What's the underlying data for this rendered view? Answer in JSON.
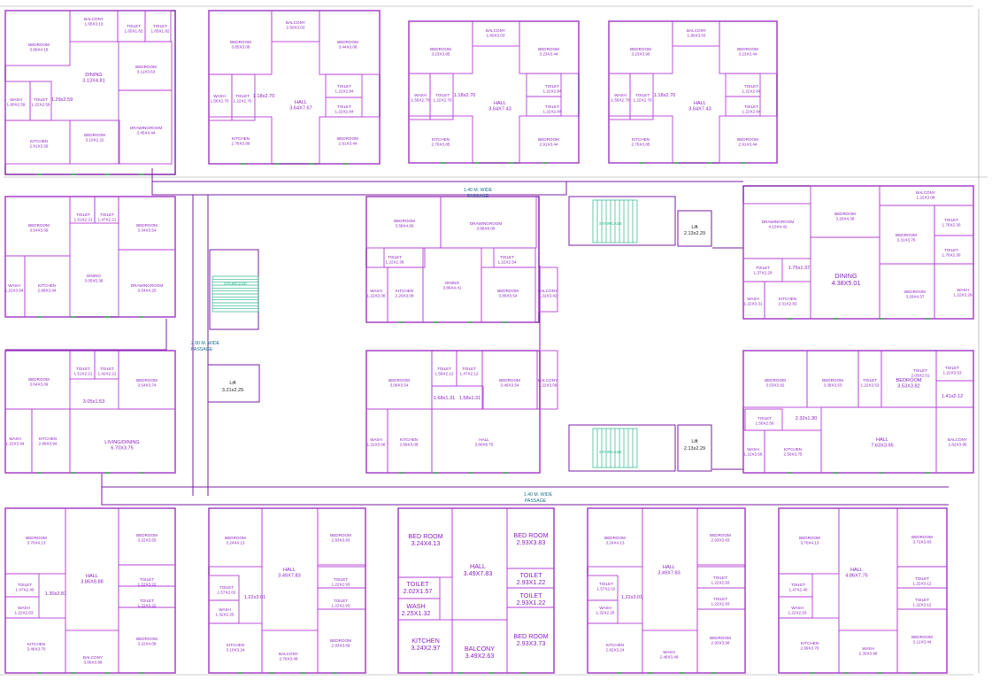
{
  "passages": [
    {
      "title": "1.40 M. WIDE",
      "sub": "PASSAGE"
    },
    {
      "title": "2.00 M. WIDE",
      "sub": "PASSAGE"
    },
    {
      "title": "1.40 M. WIDE",
      "sub": "PASSAGE"
    }
  ],
  "lifts": [
    {
      "label": "Lift",
      "size": "3.21x2.29"
    },
    {
      "label": "Lift",
      "size": "2.13x2.29"
    },
    {
      "label": "Lift",
      "size": "2.13x2.29"
    }
  ],
  "staircase_label": "STAIRCASE",
  "units": [
    {
      "rooms": [
        {
          "name": "BALCONY",
          "size": "1.65X3.13"
        },
        {
          "name": "TOILET",
          "size": "1.65X1.82"
        },
        {
          "name": "TOILET",
          "size": "1.65X1.82"
        },
        {
          "name": "BEDROOM",
          "size": "3.80X4.18"
        },
        {
          "name": "DINING",
          "size": "3.13X4.81"
        },
        {
          "name": "BEDROOM",
          "size": "3.11X3.63"
        },
        {
          "name": "WASH",
          "size": "1.80X2.59"
        },
        {
          "name": "TOILET",
          "size": "1.22X2.59"
        },
        {
          "name": "",
          "size": "1.29x2.59"
        },
        {
          "name": "DRAWINGROOM",
          "size": "3.45X4.44"
        },
        {
          "name": "BEDROOM",
          "size": "3.10X2.22"
        },
        {
          "name": "KITCHEN",
          "size": "2.81X3.59"
        }
      ]
    },
    {
      "rooms": [
        {
          "name": "BALCONY",
          "size": "2.50X3.03"
        },
        {
          "name": "BEDROOM",
          "size": "3.85X3.08"
        },
        {
          "name": "BEDROOM",
          "size": "3.44X3.08"
        },
        {
          "name": "WASH",
          "size": "1.56X2.70"
        },
        {
          "name": "TOILET",
          "size": "1.22X2.70"
        },
        {
          "name": "",
          "size": "1.18x2.70"
        },
        {
          "name": "HALL",
          "size": "3.64X7.67"
        },
        {
          "name": "TOILET",
          "size": "1.22X2.84"
        },
        {
          "name": "TOILET",
          "size": "1.22X2.84"
        },
        {
          "name": "KITCHEN",
          "size": "2.76X3.86"
        },
        {
          "name": "BEDROOM",
          "size": "2.91X3.44"
        }
      ]
    },
    {
      "rooms": [
        {
          "name": "BALCONY",
          "size": "1.80X3.03"
        },
        {
          "name": "BEDROOM",
          "size": "3.23X3.85"
        },
        {
          "name": "BEDROOM",
          "size": "3.23X3.44"
        },
        {
          "name": "WASH",
          "size": "1.56X2.70"
        },
        {
          "name": "TOILET",
          "size": "1.22X2.70"
        },
        {
          "name": "",
          "size": "1.18x2.70"
        },
        {
          "name": "HALL",
          "size": "3.64X7.43"
        },
        {
          "name": "TOILET",
          "size": "1.22X2.84"
        },
        {
          "name": "TOILET",
          "size": "1.22X2.84"
        },
        {
          "name": "KITCHEN",
          "size": "2.76X3.85"
        },
        {
          "name": "BEDROOM",
          "size": "2.91X3.44"
        }
      ]
    },
    {
      "rooms": [
        {
          "name": "BALCONY",
          "size": "1.80X3.03"
        },
        {
          "name": "BEDROOM",
          "size": "3.23X3.90"
        },
        {
          "name": "BEDROOM",
          "size": "3.23X3.44"
        },
        {
          "name": "WASH",
          "size": "1.56X2.70"
        },
        {
          "name": "TOILET",
          "size": "1.22X2.70"
        },
        {
          "name": "",
          "size": "1.18x2.70"
        },
        {
          "name": "HALL",
          "size": "3.64X7.43"
        },
        {
          "name": "TOILET",
          "size": "1.22X2.84"
        },
        {
          "name": "TOILET",
          "size": "1.22X2.84"
        },
        {
          "name": "KITCHEN",
          "size": "2.76X3.85"
        },
        {
          "name": "BEDROOM",
          "size": "2.91X3.44"
        }
      ]
    },
    {
      "rooms": [
        {
          "name": "TOILET",
          "size": "1.51X2.21"
        },
        {
          "name": "TOILET",
          "size": "1.47X2.21"
        },
        {
          "name": "BEDROOM",
          "size": "3.54X3.09"
        },
        {
          "name": "BEDROOM",
          "size": "3.34X3.54"
        },
        {
          "name": "WASH",
          "size": "1.22X3.94"
        },
        {
          "name": "KITCHEN",
          "size": "2.89X3.94"
        },
        {
          "name": "DINING",
          "size": "3.05X5.38"
        },
        {
          "name": "DRAWINGROOM",
          "size": "3.54X4.25"
        }
      ]
    },
    {
      "rooms": [
        {
          "name": "TOILET",
          "size": "1.51X2.21"
        },
        {
          "name": "TOILET",
          "size": "1.42X2.21"
        },
        {
          "name": "BEDROOM",
          "size": "3.64X3.09"
        },
        {
          "name": "BEDROOM",
          "size": "3.54X3.74"
        },
        {
          "name": "",
          "size": "3.05x1.53"
        },
        {
          "name": "WASH",
          "size": "1.22X3.94"
        },
        {
          "name": "KITCHEN",
          "size": "2.89X3.94"
        },
        {
          "name": "LIVING/DINING",
          "size": "6.70X3.75"
        }
      ]
    },
    {
      "rooms": [
        {
          "name": "BEDROOM",
          "size": "3.58X4.69"
        },
        {
          "name": "DRAWINGROOM",
          "size": "3.86X8.05"
        },
        {
          "name": "TOILET",
          "size": "1.22X2.36"
        },
        {
          "name": "TOILET",
          "size": "1.22X2.54"
        },
        {
          "name": "WASH",
          "size": "1.22X3.08"
        },
        {
          "name": "KITCHEN",
          "size": "2.20X3.08"
        },
        {
          "name": "DINING",
          "size": "3.86X4.41"
        },
        {
          "name": "BEDROOM",
          "size": "3.80X3.54"
        },
        {
          "name": "BALCONY",
          "size": "1.22X3.42"
        }
      ]
    },
    {
      "rooms": [
        {
          "name": "BEDROOM",
          "size": "3.09X3.54"
        },
        {
          "name": "TOILET",
          "size": "1.56X2.12"
        },
        {
          "name": "TOILET",
          "size": "1.47X2.12"
        },
        {
          "name": "BEDROOM",
          "size": "3.46X3.54"
        },
        {
          "name": "BALCONY",
          "size": "1.22X3.09"
        },
        {
          "name": "",
          "size": "1.68x1.31"
        },
        {
          "name": "",
          "size": "1.58x1.31"
        },
        {
          "name": "WASH",
          "size": "1.22X3.08"
        },
        {
          "name": "KITCHEN",
          "size": "2.89X3.08"
        },
        {
          "name": "HALL",
          "size": "3.80X6.75"
        }
      ]
    },
    {
      "rooms": [
        {
          "name": "BEDROOM",
          "size": "3.20X4.38"
        },
        {
          "name": "BALCONY",
          "size": "1.22X3.08"
        },
        {
          "name": "DRAWINGROOM",
          "size": "4.10X4.42"
        },
        {
          "name": "BEDROOM",
          "size": "3.31X3.76"
        },
        {
          "name": "TOILET",
          "size": "1.76X2.30"
        },
        {
          "name": "TOILET",
          "size": "1.76X2.30"
        },
        {
          "name": "TOILET",
          "size": "1.37X2.28"
        },
        {
          "name": "",
          "size": "1.75x1.37"
        },
        {
          "name": "DINING",
          "size": "4.38X5.01"
        },
        {
          "name": "WASH",
          "size": "1.22X3.31"
        },
        {
          "name": "KITCHEN",
          "size": "2.31X2.83"
        },
        {
          "name": "BEDROOM",
          "size": "3.29X4.37"
        },
        {
          "name": "WASH",
          "size": "1.22X3.29"
        }
      ]
    },
    {
      "rooms": [
        {
          "name": "BEDROOM",
          "size": "3.53X3.82"
        },
        {
          "name": "BEDROOM",
          "size": "3.38X3.53"
        },
        {
          "name": "TOILET",
          "size": "1.22X3.53"
        },
        {
          "name": "BEDROOM",
          "size": "3.53X3.82"
        },
        {
          "name": "TOILET",
          "size": "1.22X3.53"
        },
        {
          "name": "TOILET",
          "size": "2.03X2.01"
        },
        {
          "name": "TOILET",
          "size": "1.50X2.56"
        },
        {
          "name": "",
          "size": "2.32x1.30"
        },
        {
          "name": "",
          "size": "1.41x2.12"
        },
        {
          "name": "WASH",
          "size": "1.22X3.56"
        },
        {
          "name": "KITCHEN",
          "size": "2.50X3.75"
        },
        {
          "name": "HALL",
          "size": "7.63X3.95"
        },
        {
          "name": "BALCONY",
          "size": "1.82X3.95"
        }
      ]
    },
    {
      "rooms": [
        {
          "name": "BEDROOM",
          "size": "3.70X4.13"
        },
        {
          "name": "BEDROOM",
          "size": "3.22X3.55"
        },
        {
          "name": "HALL",
          "size": "3.86X8.88"
        },
        {
          "name": "TOILET",
          "size": "1.22X3.22"
        },
        {
          "name": "TOILET",
          "size": "1.47X2.40"
        },
        {
          "name": "TOILET",
          "size": "1.22X3.22"
        },
        {
          "name": "",
          "size": "1.30x2.81"
        },
        {
          "name": "WASH",
          "size": "1.22X2.63"
        },
        {
          "name": "KITCHEN",
          "size": "3.46X3.70"
        },
        {
          "name": "BALCONY",
          "size": "3.06X3.88"
        },
        {
          "name": "BEDROOM",
          "size": "3.22X4.09"
        }
      ]
    },
    {
      "rooms": [
        {
          "name": "BEDROOM",
          "size": "3.24X4.13"
        },
        {
          "name": "BEDROOM",
          "size": "2.93X3.83"
        },
        {
          "name": "HALL",
          "size": "3.49X7.83"
        },
        {
          "name": "TOILET",
          "size": "1.57X2.02"
        },
        {
          "name": "TOILET",
          "size": "1.22X2.93"
        },
        {
          "name": "TOILET",
          "size": "1.22X2.93"
        },
        {
          "name": "",
          "size": "1.22x3.01"
        },
        {
          "name": "WASH",
          "size": "1.32X2.25"
        },
        {
          "name": "KITCHEN",
          "size": "3.10X3.24"
        },
        {
          "name": "BALCONY",
          "size": "2.76X3.49"
        },
        {
          "name": "BEDROOM",
          "size": "2.93X3.69"
        }
      ]
    },
    {
      "rooms": [
        {
          "name": "BED ROOM",
          "size": "3.24X4.13"
        },
        {
          "name": "HALL",
          "size": "3.49X7.83"
        },
        {
          "name": "BED ROOM",
          "size": "2.93X3.83"
        },
        {
          "name": "TOILET",
          "size": "2.02X1.57"
        },
        {
          "name": "TOILET",
          "size": "2.93X1.22"
        },
        {
          "name": "TOILET",
          "size": "2.93X1.22"
        },
        {
          "name": "WASH",
          "size": "2.25X1.32"
        },
        {
          "name": "KITCHEN",
          "size": "3.24X2.97"
        },
        {
          "name": "BALCONY",
          "size": "3.49X2.63"
        },
        {
          "name": "BED ROOM",
          "size": "2.93X3.73"
        }
      ]
    },
    {
      "rooms": [
        {
          "name": "BEDROOM",
          "size": "3.24X4.13"
        },
        {
          "name": "BEDROOM",
          "size": "2.93X3.83"
        },
        {
          "name": "HALL",
          "size": "3.49X7.83"
        },
        {
          "name": "TOILET",
          "size": "1.57X2.02"
        },
        {
          "name": "TOILET",
          "size": "1.22X2.93"
        },
        {
          "name": "TOILET",
          "size": "1.22X2.93"
        },
        {
          "name": "",
          "size": "1.22x3.01"
        },
        {
          "name": "WASH",
          "size": "1.32X2.25"
        },
        {
          "name": "KITCHEN",
          "size": "2.82X3.24"
        },
        {
          "name": "WASH",
          "size": "2.46X3.49"
        },
        {
          "name": "BEDROOM",
          "size": "2.93X3.68"
        }
      ]
    },
    {
      "rooms": [
        {
          "name": "BEDROOM",
          "size": "3.70X4.13"
        },
        {
          "name": "BEDROOM",
          "size": "3.72X3.83"
        },
        {
          "name": "HALL",
          "size": "4.86X7.75"
        },
        {
          "name": "TOILET",
          "size": "1.22X3.12"
        },
        {
          "name": "TOILET",
          "size": "1.47X2.40"
        },
        {
          "name": "TOILET",
          "size": "1.22X3.12"
        },
        {
          "name": "WASH",
          "size": "1.22X2.63"
        },
        {
          "name": "KITCHEN",
          "size": "2.69X3.70"
        },
        {
          "name": "WASH",
          "size": "2.30X3.96"
        },
        {
          "name": "BEDROOM",
          "size": "3.12X3.44"
        }
      ]
    }
  ]
}
